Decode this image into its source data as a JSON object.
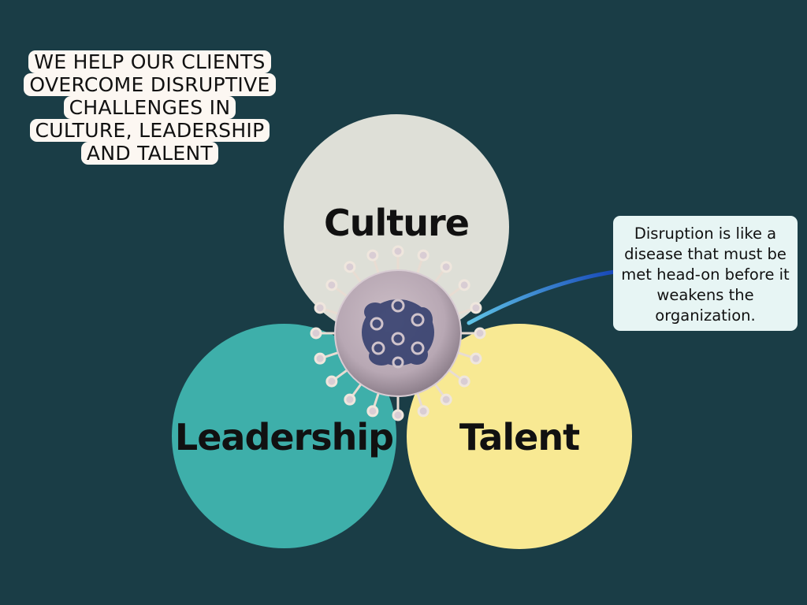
{
  "headline": {
    "lines": [
      "WE HELP OUR CLIENTS",
      "OVERCOME DISRUPTIVE",
      "CHALLENGES IN",
      "CULTURE, LEADERSHIP",
      "AND TALENT"
    ]
  },
  "diagram": {
    "culture": "Culture",
    "leadership": "Leadership",
    "talent": "Talent"
  },
  "callout": {
    "text": "Disruption is like a disease that must be met head-on before it weakens the organization."
  },
  "colors": {
    "background": "#1a3d46",
    "culture": "#dedfd7",
    "leadership": "#3eafaa",
    "talent": "#f8e993",
    "connector": "#1b64c8"
  },
  "icons": {
    "center": "virus-icon"
  }
}
